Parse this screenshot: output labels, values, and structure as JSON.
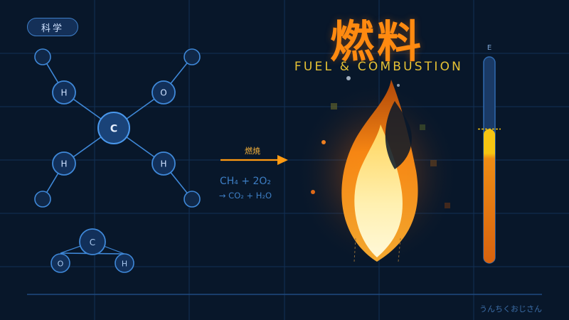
{
  "badge": {
    "label": "科学"
  },
  "title": {
    "main": "燃料",
    "subtitle": "FUEL & COMBUSTION"
  },
  "reaction": {
    "arrow_label": "燃焼",
    "equation_line1": "CH₄ + 2O₂",
    "equation_line2": "→ CO₂ + H₂O"
  },
  "molecule_main": {
    "center": "C",
    "upper_left": "H",
    "upper_right": "O",
    "lower_left": "H",
    "lower_right": "H"
  },
  "molecule_small": {
    "top": "C",
    "left": "O",
    "right": "H"
  },
  "gauge": {
    "label": "E",
    "level": 0.65
  },
  "footer": {
    "credit": "うんちくおじさん"
  },
  "colors": {
    "background": "#08172a",
    "node_stroke": "#3f88d8",
    "title": "#ff8a10",
    "subtitle": "#e6c235",
    "arrow": "#ff9a12",
    "gauge_yellow": "#f6c512",
    "gauge_orange": "#e86c10"
  }
}
